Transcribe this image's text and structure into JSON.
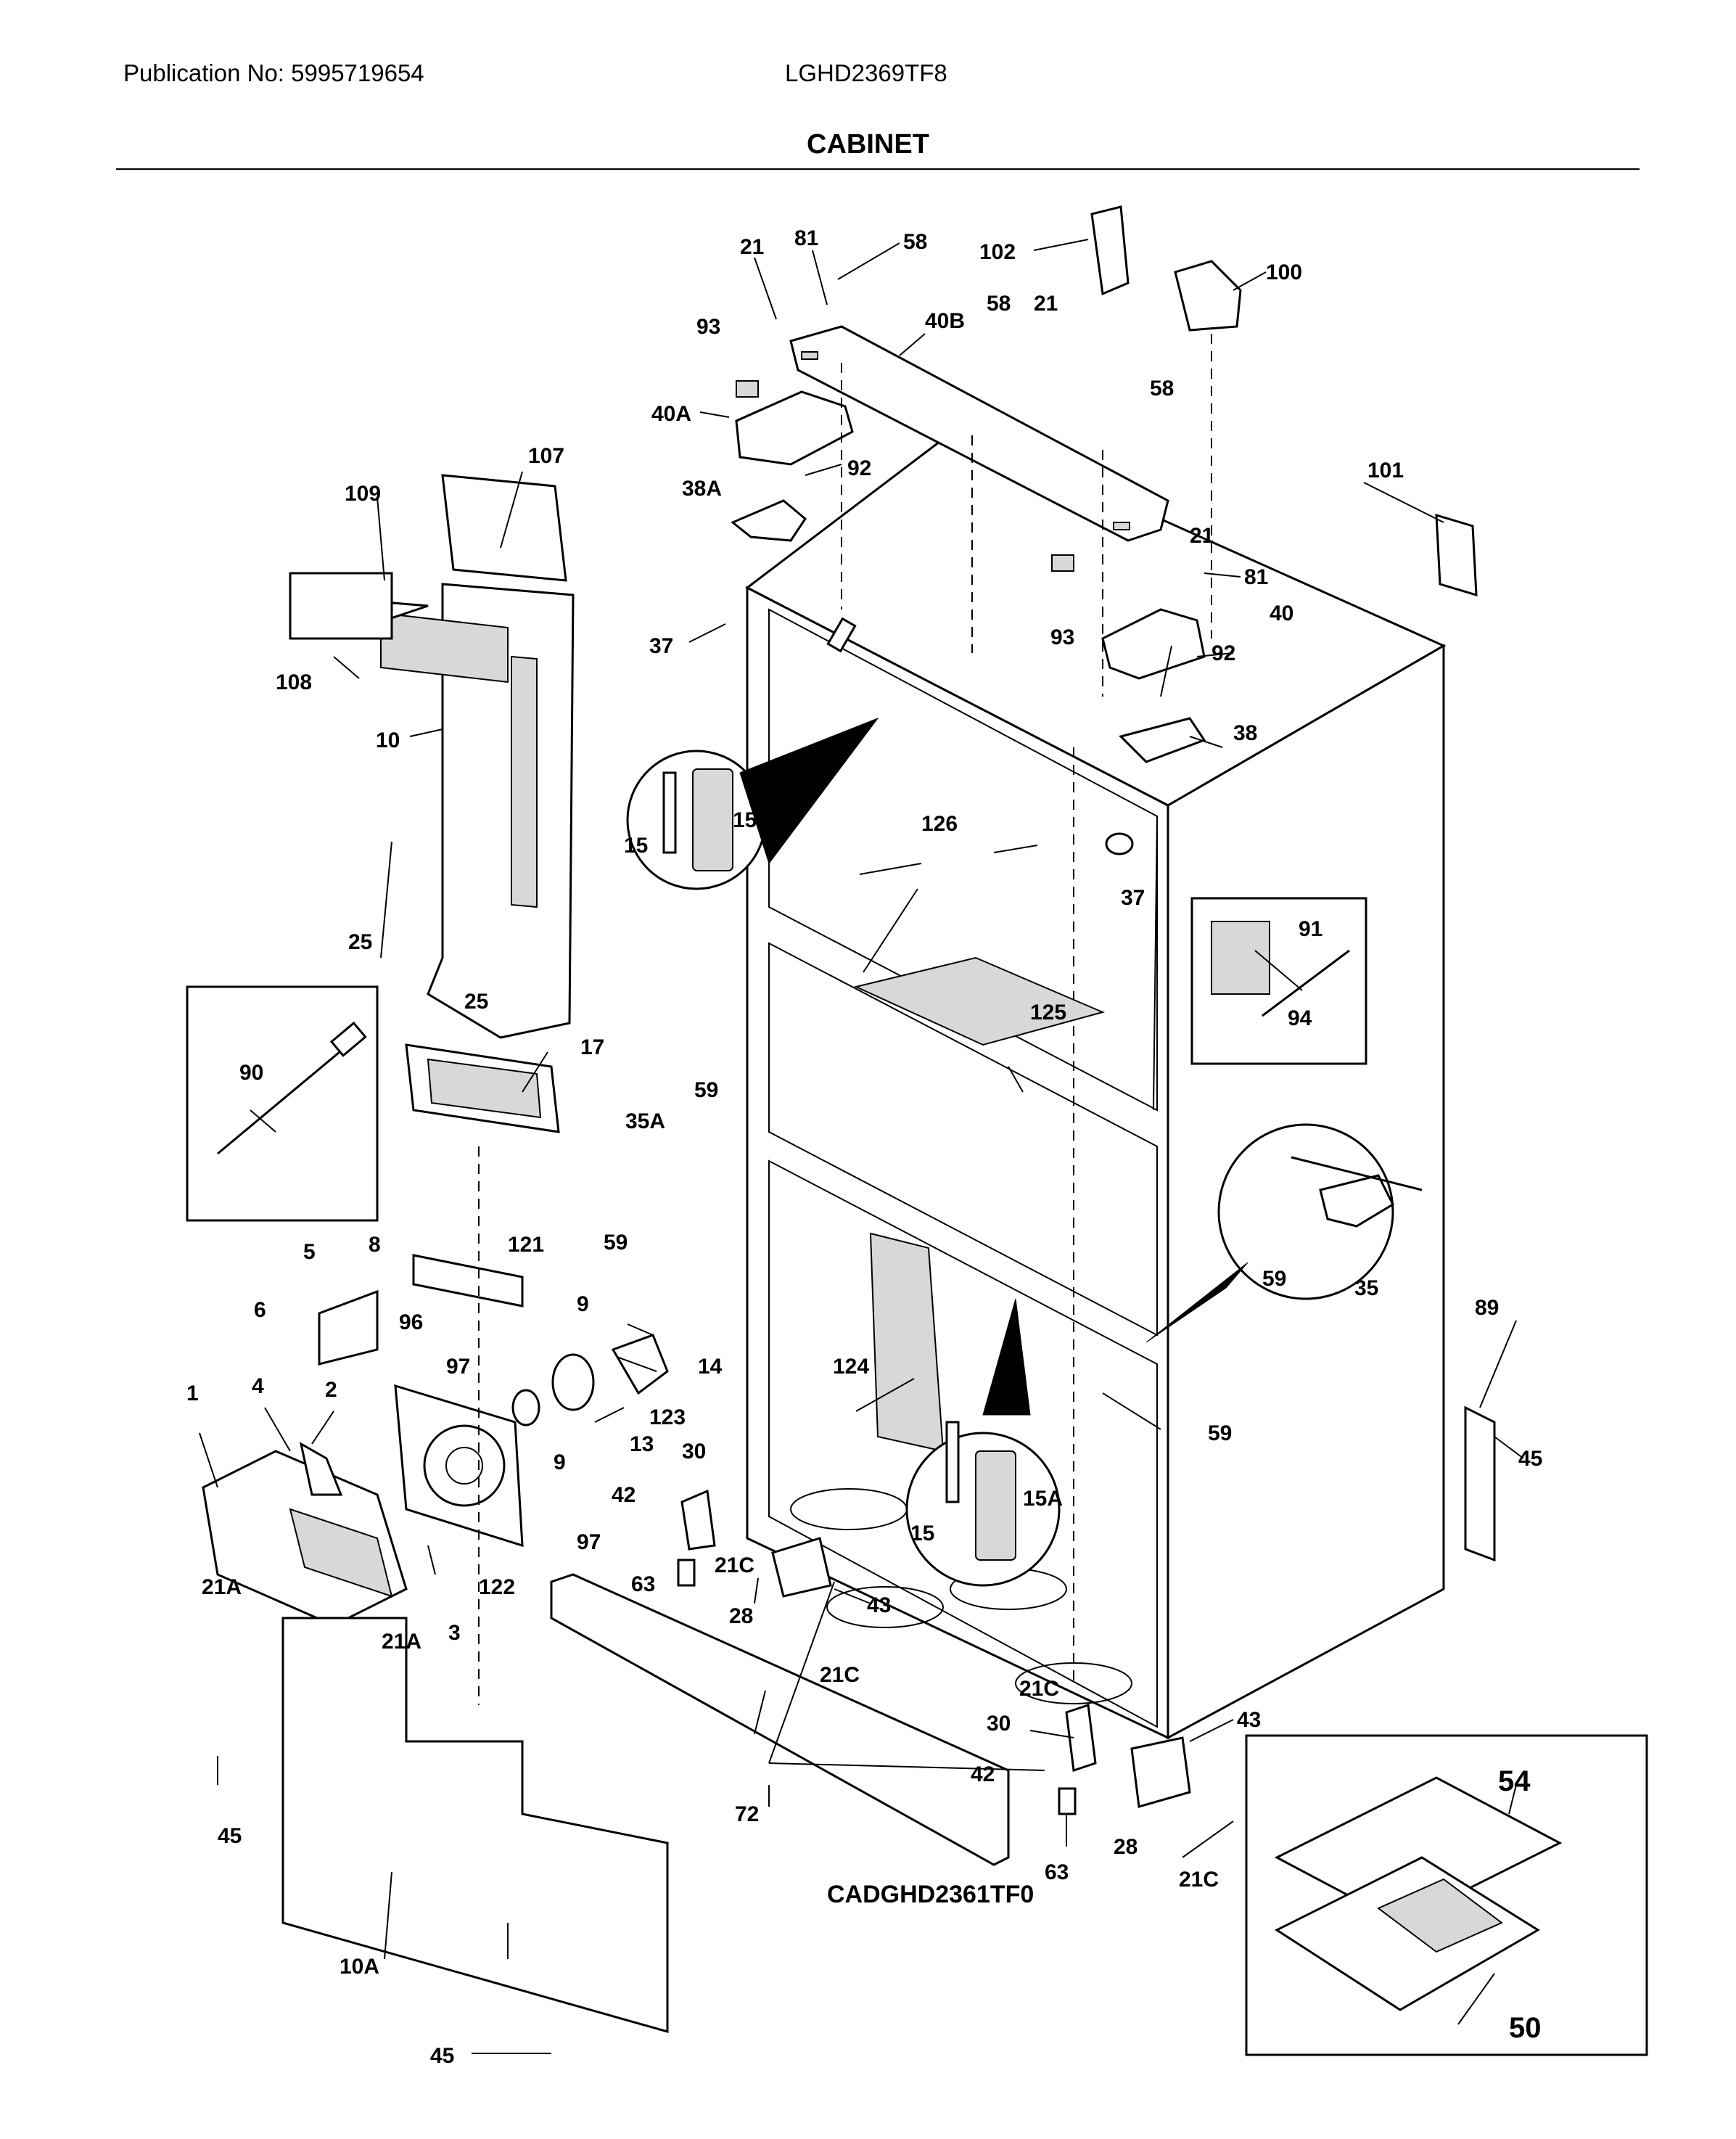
{
  "header": {
    "publication": "Publication No: 5995719654",
    "model": "LGHD2369TF8",
    "section_title": "CABINET"
  },
  "diagram_code": "CADGHD2361TF0",
  "callouts": [
    {
      "label": "21"
    },
    {
      "label": "81"
    },
    {
      "label": "58"
    },
    {
      "label": "102"
    },
    {
      "label": "100"
    },
    {
      "label": "93"
    },
    {
      "label": "40B"
    },
    {
      "label": "58"
    },
    {
      "label": "21"
    },
    {
      "label": "58"
    },
    {
      "label": "40A"
    },
    {
      "label": "92"
    },
    {
      "label": "38A"
    },
    {
      "label": "101"
    },
    {
      "label": "107"
    },
    {
      "label": "109"
    },
    {
      "label": "21"
    },
    {
      "label": "81"
    },
    {
      "label": "93"
    },
    {
      "label": "40"
    },
    {
      "label": "92"
    },
    {
      "label": "37"
    },
    {
      "label": "108"
    },
    {
      "label": "38"
    },
    {
      "label": "10"
    },
    {
      "label": "15"
    },
    {
      "label": "15A"
    },
    {
      "label": "126"
    },
    {
      "label": "37"
    },
    {
      "label": "91"
    },
    {
      "label": "25"
    },
    {
      "label": "94"
    },
    {
      "label": "25"
    },
    {
      "label": "125"
    },
    {
      "label": "17"
    },
    {
      "label": "90"
    },
    {
      "label": "59"
    },
    {
      "label": "35A"
    },
    {
      "label": "59"
    },
    {
      "label": "35"
    },
    {
      "label": "59"
    },
    {
      "label": "5"
    },
    {
      "label": "8"
    },
    {
      "label": "121"
    },
    {
      "label": "9"
    },
    {
      "label": "6"
    },
    {
      "label": "96"
    },
    {
      "label": "89"
    },
    {
      "label": "14"
    },
    {
      "label": "97"
    },
    {
      "label": "124"
    },
    {
      "label": "123"
    },
    {
      "label": "1"
    },
    {
      "label": "4"
    },
    {
      "label": "2"
    },
    {
      "label": "13"
    },
    {
      "label": "59"
    },
    {
      "label": "9"
    },
    {
      "label": "45"
    },
    {
      "label": "30"
    },
    {
      "label": "42"
    },
    {
      "label": "15A"
    },
    {
      "label": "97"
    },
    {
      "label": "15"
    },
    {
      "label": "21C"
    },
    {
      "label": "63"
    },
    {
      "label": "21A"
    },
    {
      "label": "122"
    },
    {
      "label": "43"
    },
    {
      "label": "28"
    },
    {
      "label": "3"
    },
    {
      "label": "21A"
    },
    {
      "label": "21C"
    },
    {
      "label": "21C"
    },
    {
      "label": "43"
    },
    {
      "label": "30"
    },
    {
      "label": "54"
    },
    {
      "label": "42"
    },
    {
      "label": "45"
    },
    {
      "label": "72"
    },
    {
      "label": "28"
    },
    {
      "label": "63"
    },
    {
      "label": "21C"
    },
    {
      "label": "10A"
    },
    {
      "label": "50"
    },
    {
      "label": "45"
    }
  ]
}
